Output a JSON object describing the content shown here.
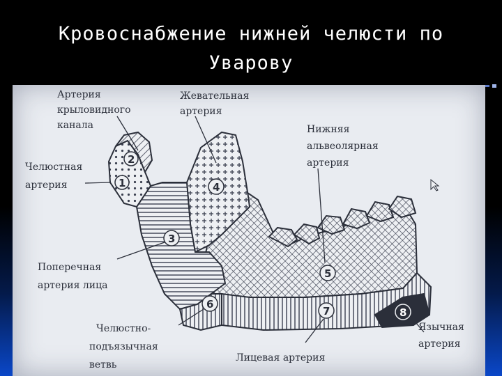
{
  "slide": {
    "title_line1": "Кровоснабжение нижней челюсти по",
    "title_line2": "Уварову"
  },
  "labels": {
    "pterygoid_canal": [
      "Артерия",
      "крыловидного",
      "канала"
    ],
    "maxillary": [
      "Челюстная",
      "артерия"
    ],
    "masseteric": [
      "Жевательная",
      "артерия"
    ],
    "inferior_alveolar": [
      "Нижняя",
      "альвеолярная",
      "артерия"
    ],
    "transverse_facial": [
      "Поперечная",
      "артерия лица"
    ],
    "mylohyoid": [
      "Челюстно-",
      "подъязычная",
      "ветвь"
    ],
    "facial": [
      "Лицевая артерия"
    ],
    "lingual": [
      "Язычная",
      "артерия"
    ]
  },
  "zones": [
    "1",
    "2",
    "3",
    "4",
    "5",
    "6",
    "7",
    "8"
  ]
}
